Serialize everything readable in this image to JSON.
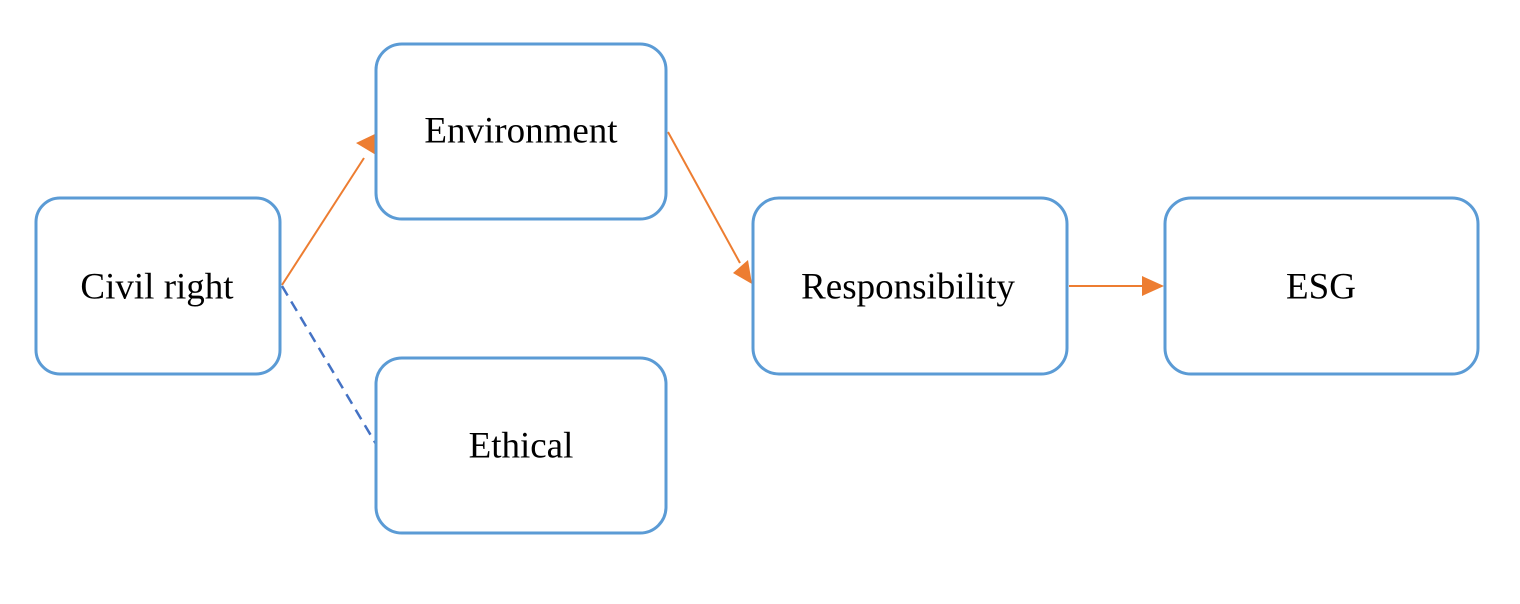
{
  "colors": {
    "node_border": "#5b9bd5",
    "arrow": "#ed7d31",
    "dashed_link": "#4472c4",
    "text": "#000000",
    "background": "#ffffff"
  },
  "nodes": {
    "civil_right": "Civil right",
    "environment": "Environment",
    "ethical": "Ethical",
    "responsibility": "Responsibility",
    "esg": "ESG"
  },
  "edges": [
    {
      "from": "civil_right",
      "to": "environment",
      "style": "solid-arrow"
    },
    {
      "from": "civil_right",
      "to": "ethical",
      "style": "dashed"
    },
    {
      "from": "environment",
      "to": "responsibility",
      "style": "solid-arrow"
    },
    {
      "from": "responsibility",
      "to": "esg",
      "style": "solid-arrow"
    }
  ]
}
